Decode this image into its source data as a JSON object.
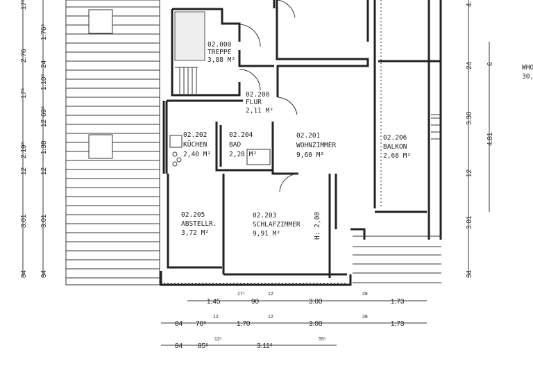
{
  "rooms": [
    {
      "number": "02.000",
      "name": "TREPPE",
      "area": "3,88 M²"
    },
    {
      "number": "02.200",
      "name": "FLUR",
      "area": "2,11 M²"
    },
    {
      "number": "02.202",
      "name": "KÜCHEN",
      "area": "2,40 M²"
    },
    {
      "number": "02.204",
      "name": "BAD",
      "area": "2,28 M²"
    },
    {
      "number": "02.201",
      "name": "WOHNZIMMER",
      "area": "9,60 M²"
    },
    {
      "number": "02.206",
      "name": "BALKON",
      "area": "2,68 M²"
    },
    {
      "number": "02.205",
      "name": "ABSTELLR.",
      "area": "3,72 M²"
    },
    {
      "number": "02.203",
      "name": "SCHLAFZIMMER",
      "area": "9,91 M²"
    }
  ],
  "height_note": "H: 2,00",
  "side_note": [
    "WHO",
    "30,"
  ],
  "dimensions": {
    "bottom_row1": [
      "1.45",
      "17⁵",
      "90",
      "12",
      "3.00",
      "28",
      "1.73"
    ],
    "bottom_row2": [
      "84",
      "70⁵",
      "12",
      "1.70",
      "12",
      "3.00",
      "28",
      "1.73"
    ],
    "bottom_row3": [
      "84",
      "85⁵",
      "12⁵",
      "3.11⁵",
      "55⁵"
    ],
    "left_outer": [
      "34",
      "3.01",
      "12",
      "2.19⁵",
      "17⁵",
      "2.76",
      "17⁵"
    ],
    "left_inner": [
      "34",
      "3.01",
      "12",
      "1.38",
      "12",
      "69⁵",
      "1.10⁵",
      "24",
      "1.76⁵"
    ],
    "right_inner": [
      "34",
      "3.01",
      "12",
      "3.30",
      "24",
      "4."
    ],
    "right_outer": [
      "4.81",
      "6"
    ]
  }
}
